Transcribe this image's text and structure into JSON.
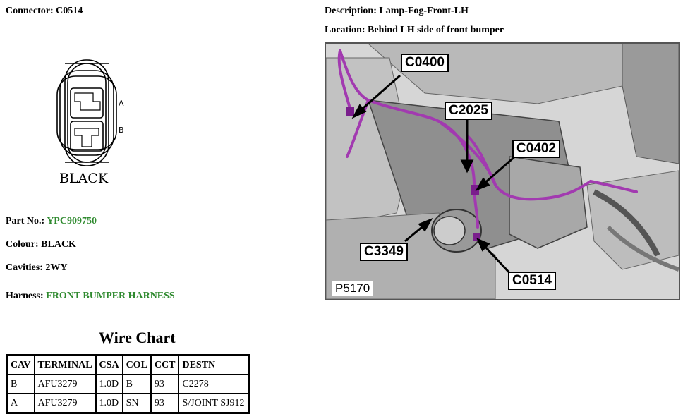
{
  "connector": {
    "label": "Connector: C0514",
    "colour_text": "BLACK",
    "pin_a": "A",
    "pin_b": "B"
  },
  "description": "Description: Lamp-Fog-Front-LH",
  "location": "Location: Behind LH side of front bumper",
  "part": {
    "label": "Part No.: ",
    "value": "YPC909750"
  },
  "colour": "Colour: BLACK",
  "cavities": "Cavities: 2WY",
  "harness": {
    "label": "Harness: ",
    "value": "FRONT BUMPER HARNESS"
  },
  "wire_chart": {
    "title": "Wire Chart",
    "headers": [
      "CAV",
      "TERMINAL",
      "CSA",
      "COL",
      "CCT",
      "DESTN"
    ],
    "rows": [
      [
        "B",
        "AFU3279",
        "1.0D",
        "B",
        "93",
        "C2278"
      ],
      [
        "A",
        "AFU3279",
        "1.0D",
        "SN",
        "93",
        "S/JOINT SJ912"
      ]
    ]
  },
  "photo": {
    "reference": "P5170",
    "callouts": [
      "C0400",
      "C2025",
      "C0402",
      "C3349",
      "C0514"
    ]
  },
  "colors": {
    "harness": "#a23ab0",
    "green_text": "#2f8a2f"
  }
}
